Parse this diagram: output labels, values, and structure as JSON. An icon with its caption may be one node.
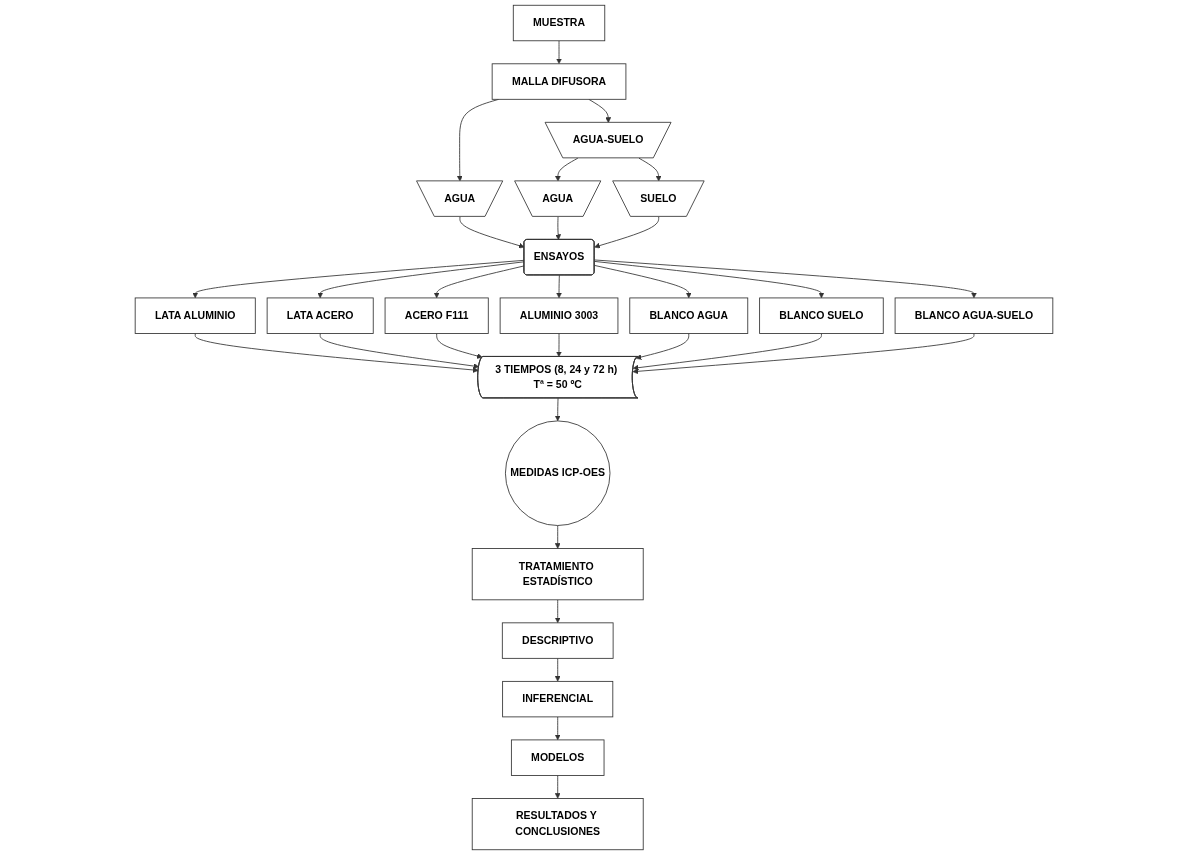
{
  "diagram": {
    "nodes": [
      {
        "text": [
          "MUESTRA"
        ]
      },
      {
        "text": [
          "MALLA DIFUSORA"
        ]
      },
      {
        "text": [
          "AGUA"
        ]
      },
      {
        "text": [
          "AGUA-SUELO"
        ]
      },
      {
        "text": [
          "AGUA"
        ]
      },
      {
        "text": [
          "SUELO"
        ]
      },
      {
        "text": [
          "ENSAYOS"
        ]
      },
      {
        "text": [
          "LATA ALUMINIO"
        ]
      },
      {
        "text": [
          "LATA ACERO"
        ]
      },
      {
        "text": [
          "ACERO F111"
        ]
      },
      {
        "text": [
          "ALUMINIO 3003"
        ]
      },
      {
        "text": [
          "BLANCO AGUA"
        ]
      },
      {
        "text": [
          "BLANCO SUELO"
        ]
      },
      {
        "text": [
          "BLANCO AGUA-SUELO"
        ]
      },
      {
        "text": [
          "3 TIEMPOS (8, 24 y 72 h) Tª = 50 ºC"
        ]
      },
      {
        "text": [
          "MEDIDAS ICP-OES"
        ]
      },
      {
        "text": [
          "TRATAMIENTO ESTADÍSTICO"
        ]
      },
      {
        "text": [
          "DESCRIPTIVO"
        ]
      },
      {
        "text": [
          "INFERENCIAL"
        ]
      },
      {
        "text": [
          "MODELOS"
        ]
      },
      {
        "text": [
          "RESULTADOS Y CONCLUSIONES"
        ]
      }
    ],
    "edges": [
      {
        "from": 0,
        "to": 1,
        "arrow": "to"
      },
      {
        "from": 1,
        "to": 2,
        "arrow": "to"
      },
      {
        "from": 1,
        "to": 3,
        "arrow": "to"
      },
      {
        "from": 3,
        "to": 4,
        "arrow": "to"
      },
      {
        "from": 3,
        "to": 5,
        "arrow": "to"
      },
      {
        "from": 2,
        "to": 6,
        "arrow": "to"
      },
      {
        "from": 4,
        "to": 6,
        "arrow": "to"
      },
      {
        "from": 5,
        "to": 6,
        "arrow": "to"
      },
      {
        "from": 6,
        "to": 7,
        "arrow": "to"
      },
      {
        "from": 6,
        "to": 8,
        "arrow": "to"
      },
      {
        "from": 6,
        "to": 9,
        "arrow": "to"
      },
      {
        "from": 6,
        "to": 10,
        "arrow": "to"
      },
      {
        "from": 6,
        "to": 11,
        "arrow": "to"
      },
      {
        "from": 6,
        "to": 12,
        "arrow": "to"
      },
      {
        "from": 6,
        "to": 13,
        "arrow": "to"
      },
      {
        "from": 7,
        "to": 14,
        "arrow": "to"
      },
      {
        "from": 8,
        "to": 14,
        "arrow": "to"
      },
      {
        "from": 9,
        "to": 14,
        "arrow": "to"
      },
      {
        "from": 10,
        "to": 14,
        "arrow": "to"
      },
      {
        "from": 11,
        "to": 14,
        "arrow": "to"
      },
      {
        "from": 12,
        "to": 14,
        "arrow": "to"
      },
      {
        "from": 13,
        "to": 14,
        "arrow": "to"
      },
      {
        "from": 14,
        "to": 15,
        "arrow": "to"
      },
      {
        "from": 15,
        "to": 16,
        "arrow": "to"
      },
      {
        "from": 16,
        "to": 17,
        "arrow": "to"
      },
      {
        "from": 17,
        "to": 18,
        "arrow": "to"
      },
      {
        "from": 18,
        "to": 19,
        "arrow": "to"
      },
      {
        "from": 19,
        "to": 20,
        "arrow": "to"
      }
    ]
  }
}
